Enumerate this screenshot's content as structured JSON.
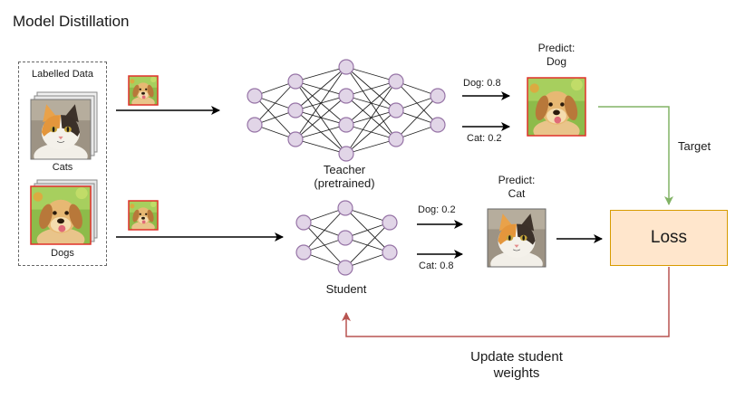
{
  "title": "Model Distillation",
  "dataset": {
    "label": "Labelled Data",
    "cats_label": "Cats",
    "dogs_label": "Dogs"
  },
  "teacher": {
    "label_line1": "Teacher",
    "label_line2": "(pretrained)",
    "prediction_title_line1": "Predict:",
    "prediction_title_line2": "Dog",
    "outputs": [
      "Dog: 0.8",
      "Cat: 0.2"
    ]
  },
  "student": {
    "label": "Student",
    "prediction_title_line1": "Predict:",
    "prediction_title_line2": "Cat",
    "outputs": [
      "Dog: 0.2",
      "Cat: 0.8"
    ]
  },
  "loss": {
    "label": "Loss"
  },
  "target_label": "Target",
  "update_label_line1": "Update student",
  "update_label_line2": "weights",
  "icons": {
    "dog": "dog-photo-icon",
    "cat": "cat-photo-icon",
    "network": "neural-network-icon"
  },
  "colors": {
    "node_fill": "#e1d5e7",
    "node_stroke": "#9673a6",
    "loss_fill": "#ffe6cc",
    "loss_stroke": "#d79b00",
    "target_arrow": "#82b366",
    "update_arrow": "#b85450",
    "image_border": "#e0302a"
  }
}
